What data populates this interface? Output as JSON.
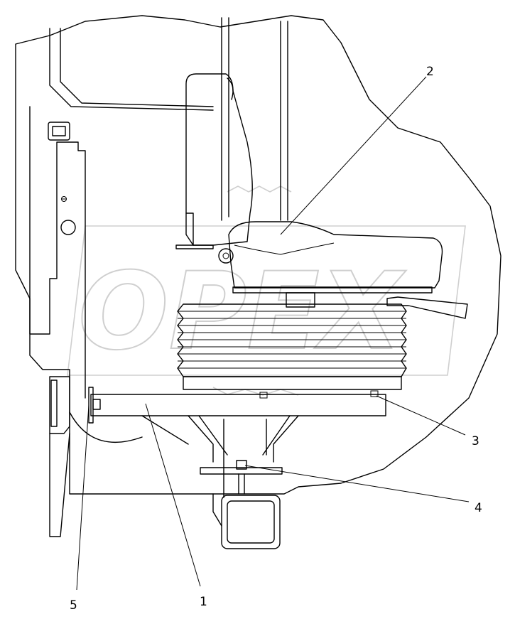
{
  "watermark": {
    "text": "OPEX",
    "color": "#cfcfcf"
  },
  "callouts": [
    {
      "id": "1",
      "label": "1"
    },
    {
      "id": "2",
      "label": "2"
    },
    {
      "id": "3",
      "label": "3"
    },
    {
      "id": "4",
      "label": "4"
    },
    {
      "id": "5",
      "label": "5"
    }
  ]
}
